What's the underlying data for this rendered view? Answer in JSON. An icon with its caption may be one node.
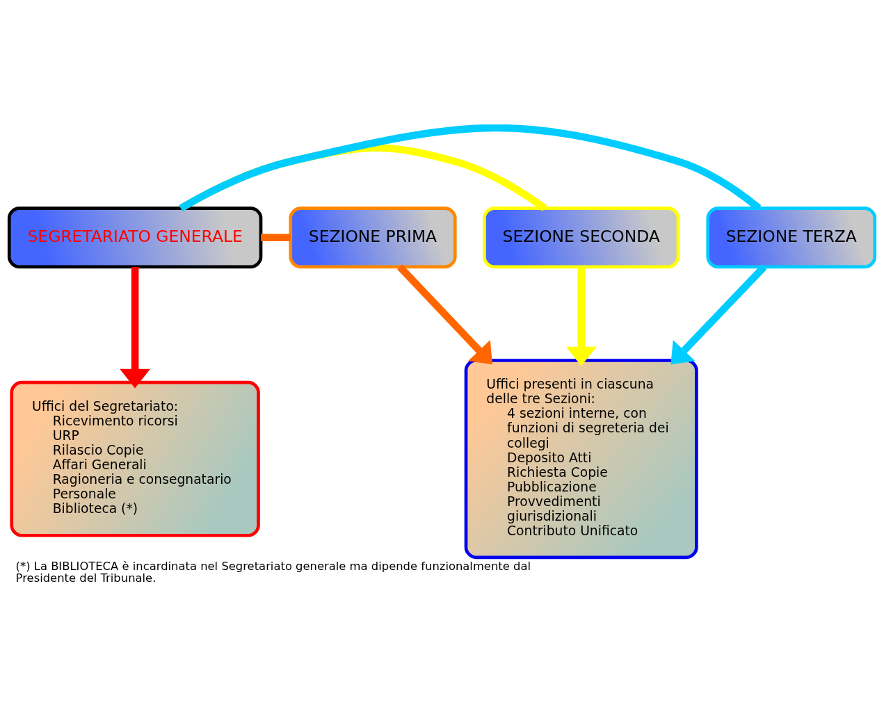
{
  "diagram": {
    "caption": "(*) La BIBLIOTECA è incardinata nel Segretariato generale ma dipende funzionalmente dal Presidente del Tribunale.",
    "nodes": [
      {
        "text": [
          "SEGRETARIATO GENERALE"
        ]
      },
      {
        "text": [
          "SEZIONE PRIMA"
        ]
      },
      {
        "text": [
          "SEZIONE SECONDA"
        ]
      },
      {
        "text": [
          "SEZIONE TERZA"
        ]
      },
      {
        "text": [
          "Uffici del Segretariato:",
          "Ricevimento ricorsi",
          "URP",
          "Rilascio Copie",
          "Affari Generali",
          "Ragioneria e consegnatario",
          "Personale",
          "Biblioteca (*)"
        ]
      },
      {
        "text": [
          "Uffici presenti in ciascuna delle tre Sezioni:",
          "4 sezioni interne, con funzioni di segreteria dei collegi",
          "Deposito Atti",
          "Richiesta Copie",
          "Pubblicazione Provvedimenti giurisdizionali",
          "Contributo Unificato"
        ]
      }
    ],
    "edges": [
      {
        "from": 0,
        "to": 1,
        "arrow": "none",
        "color": "#ff6600"
      },
      {
        "from": 0,
        "to": 2,
        "arrow": "none",
        "color": "#ffff00"
      },
      {
        "from": 0,
        "to": 3,
        "arrow": "none",
        "color": "#00ccff"
      },
      {
        "from": 0,
        "to": 4,
        "arrow": "to",
        "color": "#ff0000"
      },
      {
        "from": 1,
        "to": 5,
        "arrow": "to",
        "color": "#ff6600"
      },
      {
        "from": 2,
        "to": 5,
        "arrow": "to",
        "color": "#ffff00"
      },
      {
        "from": 3,
        "to": 5,
        "arrow": "to",
        "color": "#00ccff"
      }
    ]
  }
}
